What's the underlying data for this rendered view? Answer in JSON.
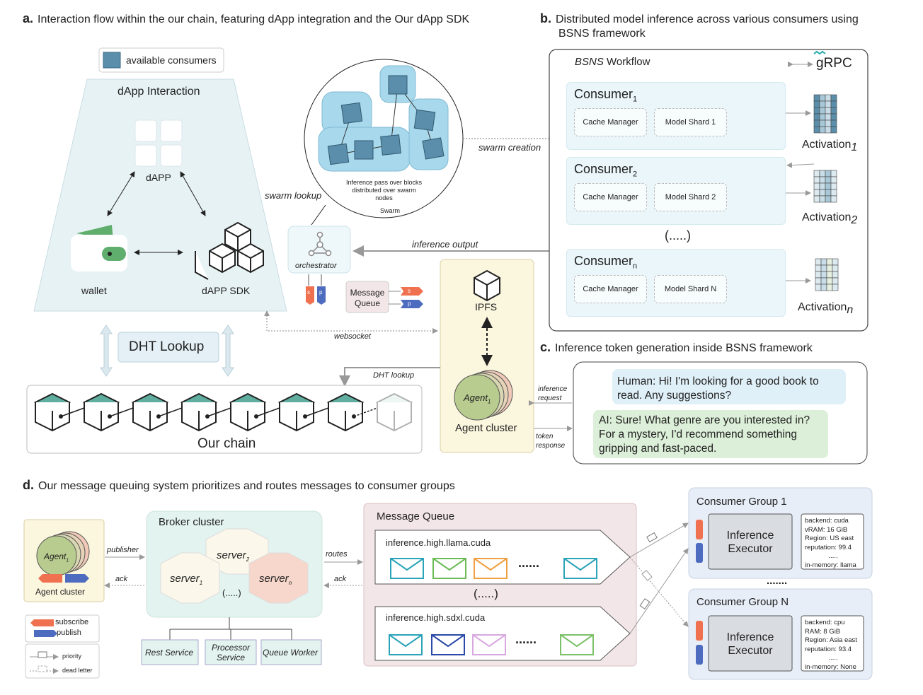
{
  "panel_a": {
    "letter": "a.",
    "title": "Interaction flow within the our chain, featuring dApp integration and the Our dApp SDK",
    "legend_label": "available consumers",
    "dapp_interaction": "dApp Interaction",
    "dapp": "dAPP",
    "wallet": "wallet",
    "dapp_sdk": "dAPP SDK",
    "swarm_caption": "Inference pass over blocks distributed over swarm nodes",
    "swarm_label": "Swarm",
    "swarm_lookup": "swarm lookup",
    "swarm_creation": "swarm creation",
    "orchestrator": "orchestrator",
    "inference_output": "inference output",
    "message_queue": "Message Queue",
    "s": "s",
    "p": "p",
    "ipfs": "IPFS",
    "websocket": "websocket",
    "dht_lookup_box": "DHT Lookup",
    "dht_lookup": "DHT lookup",
    "our_chain": "Our chain",
    "agent": "Agent",
    "agent_sub": "1",
    "agent_cluster": "Agent cluster"
  },
  "panel_b": {
    "letter": "b.",
    "title_line1": "Distributed model inference across various consumers using",
    "title_line2": "BSNS framework",
    "workflow_em": "BSNS",
    "workflow_rest": " Workflow",
    "grpc": "gRPC",
    "consumer": "Consumer",
    "consumers": [
      {
        "sub": "1",
        "cache": "Cache Manager",
        "shard": "Model Shard 1",
        "act_sub": "1"
      },
      {
        "sub": "2",
        "cache": "Cache Manager",
        "shard": "Model Shard 2",
        "act_sub": "2"
      },
      {
        "sub": "n",
        "cache": "Cache Manager",
        "shard": "Model Shard N",
        "act_sub": "n"
      }
    ],
    "activation": "Activation",
    "ellipsis": "(.....)"
  },
  "panel_c": {
    "letter": "c.",
    "title": "Inference token generation inside BSNS framework",
    "human_l1": "Human: Hi! I'm looking for a good book to",
    "human_l2": "read. Any suggestions?",
    "ai_l1": "AI: Sure! What genre are you interested in?",
    "ai_l2": "For a mystery, I'd recommend something",
    "ai_l3": "gripping and fast-paced.",
    "inference_request_l1": "inference",
    "inference_request_l2": "request",
    "token_response_l1": "token",
    "token_response_l2": "response"
  },
  "panel_d": {
    "letter": "d.",
    "title": "Our message queuing system prioritizes and routes messages to consumer groups",
    "agent": "Agent",
    "agent_sub": "1",
    "agent_cluster": "Agent cluster",
    "publisher": "publisher",
    "ack": "ack",
    "broker_cluster": "Broker cluster",
    "server": "server",
    "servers": [
      "1",
      "2",
      "n"
    ],
    "ellipsis": "(.....)",
    "routes": "routes",
    "services": [
      "Rest Service",
      "Processor Service",
      "Queue Worker"
    ],
    "message_queue": "Message Queue",
    "queue1": "inference.high.llama.cuda",
    "queue2": "inference.high.sdxl.cuda",
    "dots": "......",
    "legend_subscribe": "subscribe",
    "legend_publish": "publish",
    "legend_priority": "priority",
    "legend_dead_letter": "dead letter",
    "group1": {
      "title": "Consumer Group 1",
      "executor_l1": "Inference",
      "executor_l2": "Executor",
      "specs": [
        "backend: cuda",
        "vRAM: 16 GiB",
        "Region: US east",
        "reputation: 99.4",
        ".....",
        "in-memory: llama"
      ]
    },
    "groupN": {
      "title": "Consumer Group N",
      "executor_l1": "Inference",
      "executor_l2": "Executor",
      "specs": [
        "backend: cpu",
        "RAM: 8 GiB",
        "Region: Asia east",
        "reputation: 93.4",
        ".....",
        "in-memory: None"
      ]
    },
    "group_dots": "......."
  },
  "colors": {
    "teal": "#5fae9f",
    "blue_node": "#5b8eaa",
    "light_blue": "#eaf6fa",
    "yellow": "#fbf6de",
    "pink": "#f3e6e8",
    "orange": "#f0714f",
    "blue_tag": "#4d6cbf",
    "green_chat": "#dcefd8",
    "blue_chat": "#e0f0f8"
  }
}
